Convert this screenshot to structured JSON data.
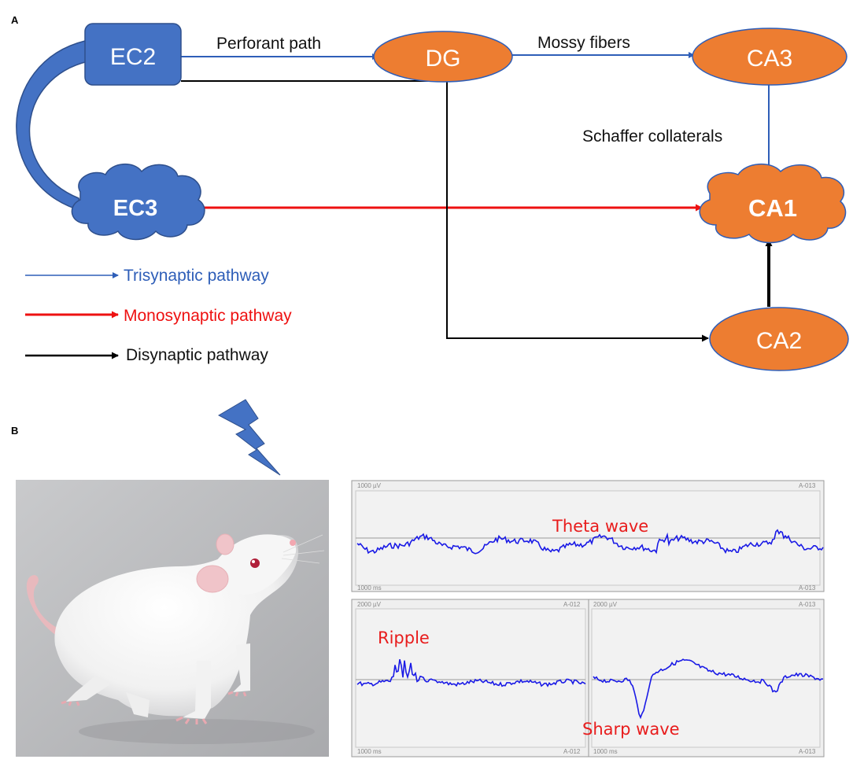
{
  "panels": {
    "a": "A",
    "b": "B"
  },
  "nodes": {
    "ec2": "EC2",
    "ec3": "EC3",
    "dg": "DG",
    "ca3": "CA3",
    "ca1": "CA1",
    "ca2": "CA2"
  },
  "edges": {
    "perforant": "Perforant path",
    "mossy": "Mossy fibers",
    "schaffer": "Schaffer collaterals"
  },
  "legend": {
    "tri": "Trisynaptic pathway",
    "mono": "Monosynaptic pathway",
    "di": "Disynaptic pathway"
  },
  "colors": {
    "tri": "#2e5eb8",
    "mono": "#ee1111",
    "di": "#000000",
    "ec_fill": "#4472c4",
    "ca_fill": "#ed7d31",
    "trace": "#1a1ae6",
    "annot": "#e81c1c"
  },
  "recordings": {
    "top": {
      "scale": "1000 µV",
      "time": "1000 ms",
      "chan": "A-013",
      "label": "Theta wave"
    },
    "bottom_left": {
      "scale": "2000 µV",
      "time": "1000 ms",
      "chan": "A-012",
      "label": "Ripple"
    },
    "bottom_right": {
      "scale": "2000 µV",
      "time": "1000 ms",
      "chan": "A-013",
      "label": "Sharp wave"
    }
  },
  "icons": [
    "lightning-bolt-icon",
    "rat-illustration"
  ]
}
